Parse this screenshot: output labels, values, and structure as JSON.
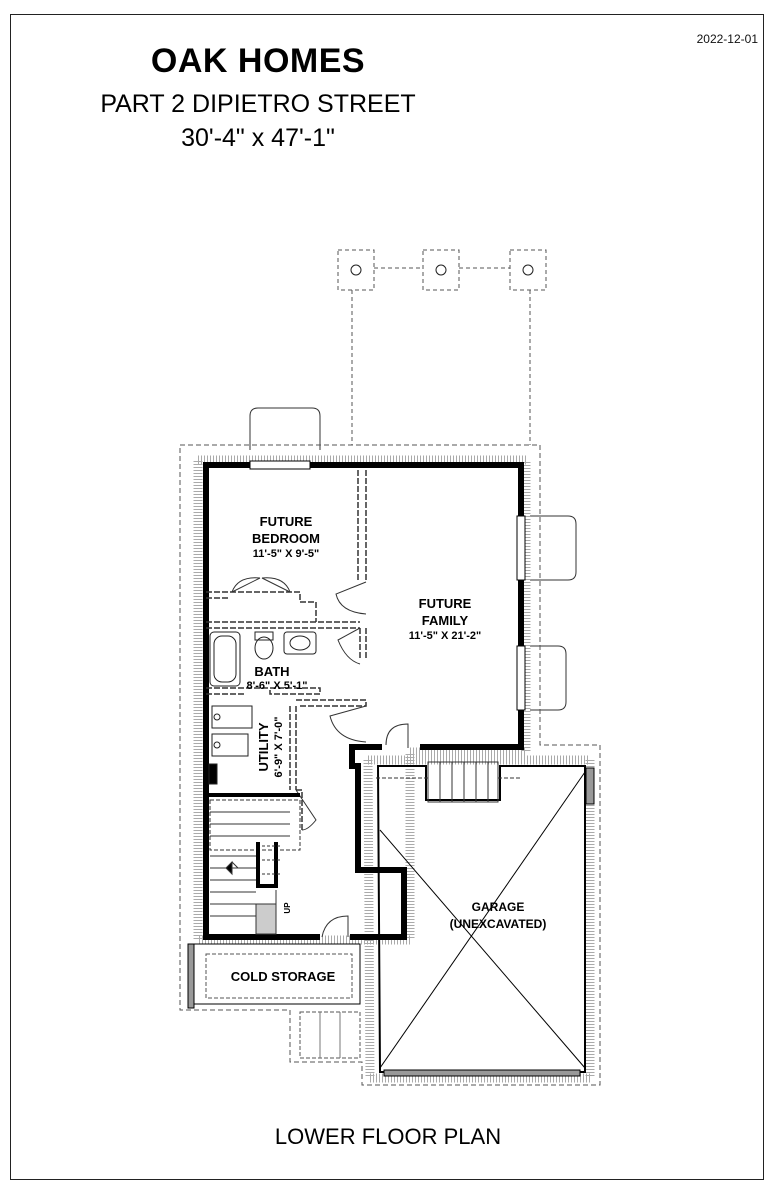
{
  "header": {
    "date": "2022-12-01",
    "brand": "OAK HOMES",
    "address": "PART 2 DIPIETRO STREET",
    "dimensions": "30'-4\" x 47'-1\""
  },
  "rooms": {
    "bedroom": {
      "name_line1": "FUTURE",
      "name_line2": "BEDROOM",
      "size": "11'-5\" X 9'-5\""
    },
    "family": {
      "name_line1": "FUTURE",
      "name_line2": "FAMILY",
      "size": "11'-5\" X 21'-2\""
    },
    "bath": {
      "name": "BATH",
      "size": "8'-6\" X 5'-1\""
    },
    "utility": {
      "name": "UTILITY",
      "size": "6'-9\" X 7'-0\""
    },
    "garage": {
      "name_line1": "GARAGE",
      "name_line2": "(UNEXCAVATED)"
    },
    "cold_storage": {
      "name": "COLD STORAGE"
    },
    "stair_label": "UP"
  },
  "footer": {
    "plan_title": "LOWER FLOOR PLAN"
  }
}
